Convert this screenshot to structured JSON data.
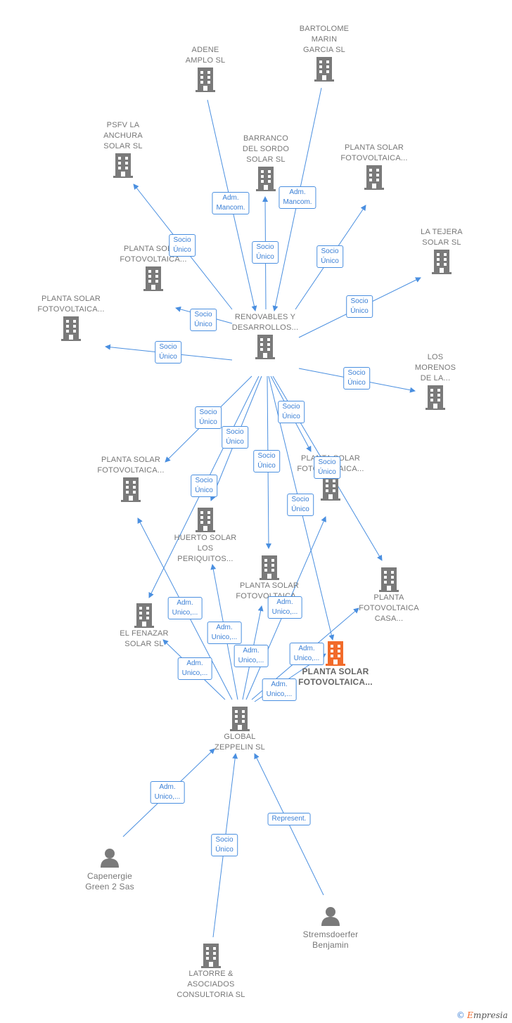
{
  "colors": {
    "edge": "#4a8fe0",
    "node": "#7a7a7a",
    "highlight": "#f26b2a",
    "text": "#777777"
  },
  "icons": {
    "company": "building-icon",
    "person": "person-icon"
  },
  "nodes": {
    "adene": "ADENE AMPLO SL",
    "bartolome": "BARTOLOME MARIN GARCIA SL",
    "psfv": "PSFV LA ANCHURA SOLAR SL",
    "barranco": "BARRANCO DEL SORDO SOLAR SL",
    "ps_top": "PLANTA SOLAR FOTOVOLTAICA...",
    "tejera": "LA TEJERA SOLAR SL",
    "ps_mid": "PLANTA SOLAR FOTOVOLTAICA...",
    "ps_left": "PLANTA SOLAR FOTOVOLTAICA...",
    "renovables": "RENOVABLES Y DESARROLLOS...",
    "morenos": "LOS MORENOS DE LA...",
    "ps_l2": "PLANTA SOLAR FOTOVOLTAICA...",
    "ps_r2": "PLANTA SOLAR FOTOVOLTAICA...",
    "huerto": "HUERTO SOLAR LOS PERIQUITOS...",
    "ps_center": "PLANTA SOLAR FOTOVOLTAICA...",
    "casa": "PLANTA FOTOVOLTAICA CASA...",
    "fenazar": "EL FENAZAR SOLAR SL",
    "main": "PLANTA SOLAR FOTOVOLTAICA...",
    "global": "GLOBAL ZEPPELIN SL",
    "capenergie": "Capenergie Green 2 Sas",
    "strems": "Stremsdoerfer Benjamin",
    "latorre": "LATORRE & ASOCIADOS CONSULTORIA SL"
  },
  "badges": {
    "adm_mancom_1": [
      "Adm.",
      "Mancom."
    ],
    "adm_mancom_2": [
      "Adm.",
      "Mancom."
    ],
    "socio_psfv": [
      "Socio",
      "Único"
    ],
    "socio_barranco": [
      "Socio",
      "Único"
    ],
    "socio_ps_top": [
      "Socio",
      "Único"
    ],
    "socio_ps_mid": [
      "Socio",
      "Único"
    ],
    "socio_tejera": [
      "Socio",
      "Único"
    ],
    "socio_ps_left": [
      "Socio",
      "Único"
    ],
    "socio_morenos": [
      "Socio",
      "Único"
    ],
    "socio_ps_l2": [
      "Socio",
      "Único"
    ],
    "socio_fenazar": [
      "Socio",
      "Único"
    ],
    "socio_r2": [
      "Socio",
      "Único"
    ],
    "socio_center": [
      "Socio",
      "Único"
    ],
    "socio_casa": [
      "Socio",
      "Único"
    ],
    "socio_huerto": [
      "Socio",
      "Único"
    ],
    "socio_main": [
      "Socio",
      "Único"
    ],
    "adm_ps_l2": [
      "Adm.",
      "Unico,..."
    ],
    "adm_huerto": [
      "Adm.",
      "Unico,..."
    ],
    "adm_r2": [
      "Adm.",
      "Unico,..."
    ],
    "adm_center": [
      "Adm.",
      "Unico,..."
    ],
    "adm_casa": [
      "Adm.",
      "Unico,..."
    ],
    "adm_fenazar": [
      "Adm.",
      "Unico,..."
    ],
    "adm_main": [
      "Adm.",
      "Unico,..."
    ],
    "adm_capenergie": [
      "Adm.",
      "Unico,..."
    ],
    "socio_latorre": [
      "Socio",
      "Único"
    ],
    "represent": [
      "Represent."
    ]
  },
  "footer": {
    "copyright": "©",
    "brand_initial": "E",
    "brand_rest": "mpresia"
  }
}
